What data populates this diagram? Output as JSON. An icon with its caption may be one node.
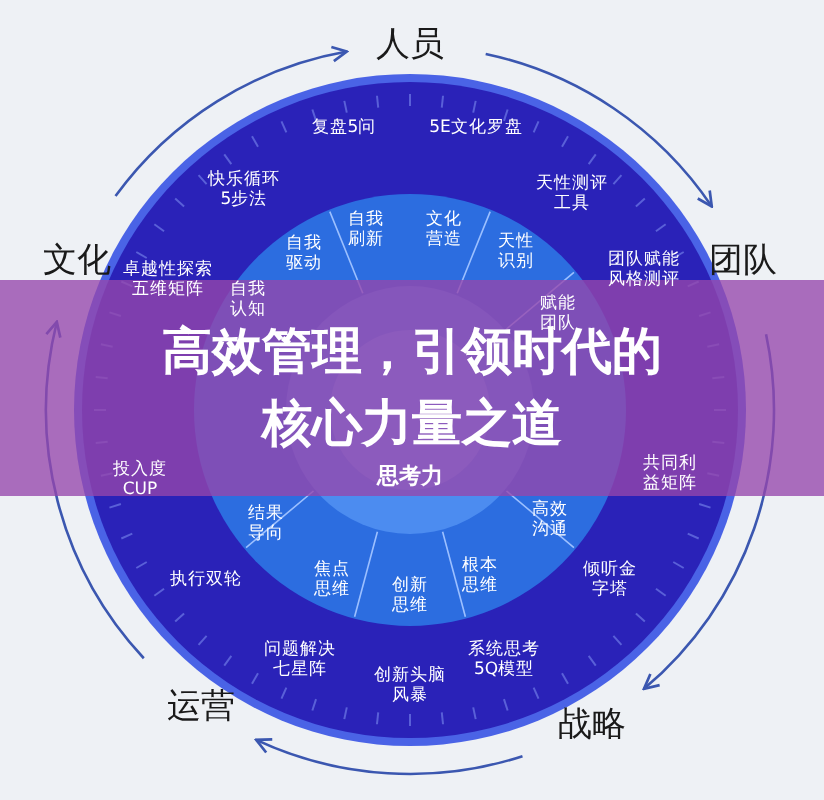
{
  "diagram": {
    "title": "高效管理，引领时代的核心力量之道",
    "nodes": [
      {
        "text": [
          "人员"
        ]
      },
      {
        "text": [
          "团队"
        ]
      },
      {
        "text": [
          "战略"
        ]
      },
      {
        "text": [
          "运营"
        ]
      },
      {
        "text": [
          "文化"
        ]
      }
    ],
    "edges": [
      {
        "from": 4,
        "to": 0,
        "arrow": "to"
      },
      {
        "from": 0,
        "to": 1,
        "arrow": "to"
      },
      {
        "from": 1,
        "to": 2,
        "arrow": "to"
      },
      {
        "from": 2,
        "to": 3,
        "arrow": "to"
      },
      {
        "from": 3,
        "to": 4,
        "arrow": "to"
      }
    ],
    "labels": [
      "复盘5问",
      "5E文化罗盘",
      "快乐循环5步法",
      "自我刷新",
      "文化营造",
      "天性测评工具",
      "自我驱动",
      "天性识别",
      "卓越性探索五维矩阵",
      "自我认知",
      "赋能团队",
      "团队赋能风格测评",
      "投入度CUP",
      "思考力",
      "共同利益矩阵",
      "结果导向",
      "高效沟通",
      "焦点思维",
      "根本思维",
      "执行双轮",
      "倾听金字塔",
      "创新思维",
      "问题解决七星阵",
      "系统思考5Q模型",
      "创新头脑风暴"
    ]
  }
}
